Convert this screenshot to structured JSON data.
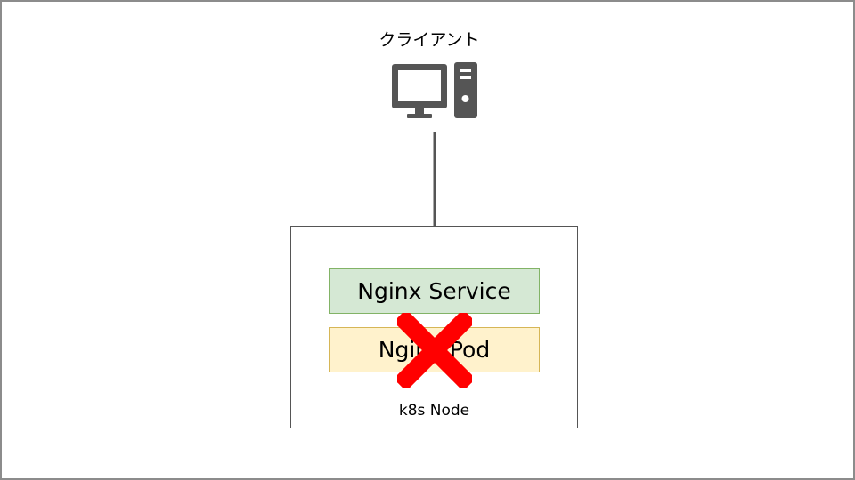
{
  "client": {
    "label": "クライアント",
    "icon": "desktop-computer-icon"
  },
  "node": {
    "label": "k8s Node"
  },
  "service": {
    "label": "Nginx Service",
    "fill": "#d5e8d4",
    "stroke": "#82b366"
  },
  "pod": {
    "label": "Nginx Pod",
    "fill": "#fff2cc",
    "stroke": "#d6b656",
    "status_icon": "red-x-icon"
  },
  "colors": {
    "arrow": "#555555",
    "icon": "#555555",
    "failure": "#ff0000"
  }
}
